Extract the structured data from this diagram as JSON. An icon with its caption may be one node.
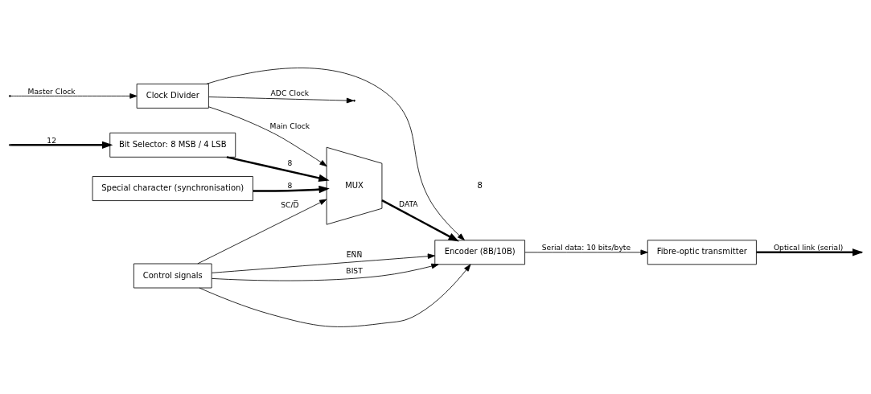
{
  "diagram": {
    "nodes": [
      {
        "text": [
          "Clock Divider"
        ]
      },
      {
        "text": [
          "Bit Selector: 8 MSB / 4 LSB"
        ]
      },
      {
        "text": [
          "Special character (synchronisation)"
        ]
      },
      {
        "text": [
          "MUX"
        ]
      },
      {
        "text": [
          "Encoder (8B/10B)"
        ]
      },
      {
        "text": [
          "Fibre-optic transmitter"
        ]
      },
      {
        "text": [
          "Control signals"
        ]
      }
    ],
    "edges": [
      {
        "from": 0,
        "to": null,
        "arrow": "to",
        "label": "ADC Clock"
      },
      {
        "from": null,
        "to": 0,
        "arrow": "to",
        "label": "Master Clock"
      },
      {
        "from": 0,
        "to": 3,
        "arrow": "to",
        "label": "Main Clock"
      },
      {
        "from": 0,
        "to": 4,
        "arrow": "to"
      },
      {
        "from": null,
        "to": 1,
        "arrow": "to",
        "label": "12",
        "style": "thick"
      },
      {
        "from": 1,
        "to": 3,
        "arrow": "to",
        "label": "8",
        "style": "thick"
      },
      {
        "from": 2,
        "to": 3,
        "arrow": "to",
        "label": "8",
        "style": "thick"
      },
      {
        "from": 3,
        "to": 4,
        "arrow": "to",
        "label": "DATA",
        "style": "thick"
      },
      {
        "from": 6,
        "to": 3,
        "arrow": "to",
        "label": "SC/D̅"
      },
      {
        "from": 6,
        "to": 4,
        "arrow": "to"
      },
      {
        "from": 6,
        "to": 4,
        "arrow": "to",
        "label": "E̅N̅N̅"
      },
      {
        "from": 6,
        "to": 4,
        "arrow": "to",
        "label": "BIST"
      },
      {
        "from": 4,
        "to": 5,
        "arrow": "to",
        "label": "Serial data: 10 bits/byte"
      },
      {
        "from": 5,
        "to": null,
        "arrow": "to",
        "label": "Optical link (serial)",
        "style": "thick"
      }
    ],
    "labels": [
      "8"
    ]
  }
}
